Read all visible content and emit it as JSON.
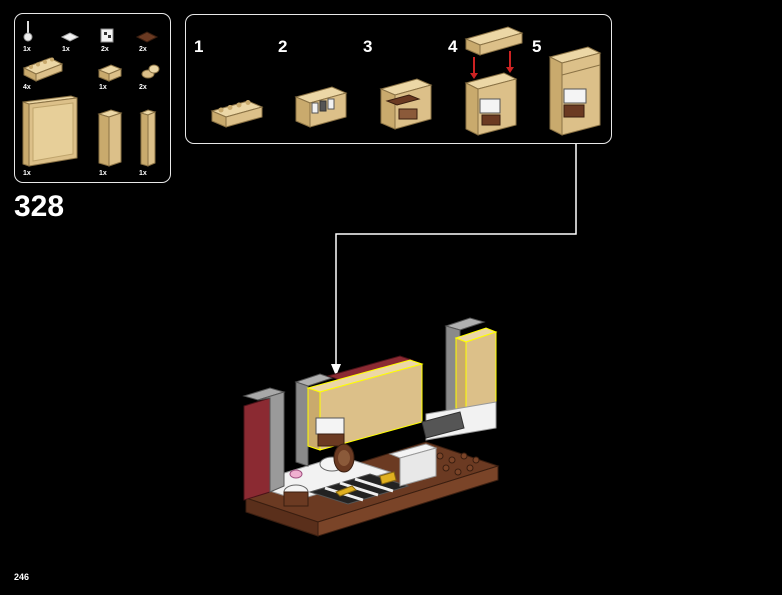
{
  "parts_list": {
    "items": [
      {
        "qty": "1x",
        "icon": "wrench-tool-piece-icon"
      },
      {
        "qty": "1x",
        "icon": "white-tile-icon"
      },
      {
        "qty": "2x",
        "icon": "printed-white-brick-icon"
      },
      {
        "qty": "2x",
        "icon": "brown-plate-icon"
      },
      {
        "qty": "4x",
        "icon": "tan-brick-1x4-icon"
      },
      {
        "qty": "1x",
        "icon": "tan-brick-1x2-icon"
      },
      {
        "qty": "2x",
        "icon": "tan-round-stud-icon"
      },
      {
        "qty": "1x",
        "icon": "tan-wall-panel-icon"
      },
      {
        "qty": "1x",
        "icon": "tan-tall-brick-icon"
      },
      {
        "qty": "1x",
        "icon": "tan-narrow-column-icon"
      }
    ]
  },
  "substeps": [
    {
      "number": "1"
    },
    {
      "number": "2"
    },
    {
      "number": "3"
    },
    {
      "number": "4"
    },
    {
      "number": "5"
    }
  ],
  "step_number": "328",
  "page_number": "246",
  "colors": {
    "tan": "#dcc089",
    "dark_red": "#8b2a32",
    "brown": "#6b3a22",
    "grey": "#9a9a9a",
    "accent_red": "#cc2222",
    "highlight": "#ffff00"
  }
}
